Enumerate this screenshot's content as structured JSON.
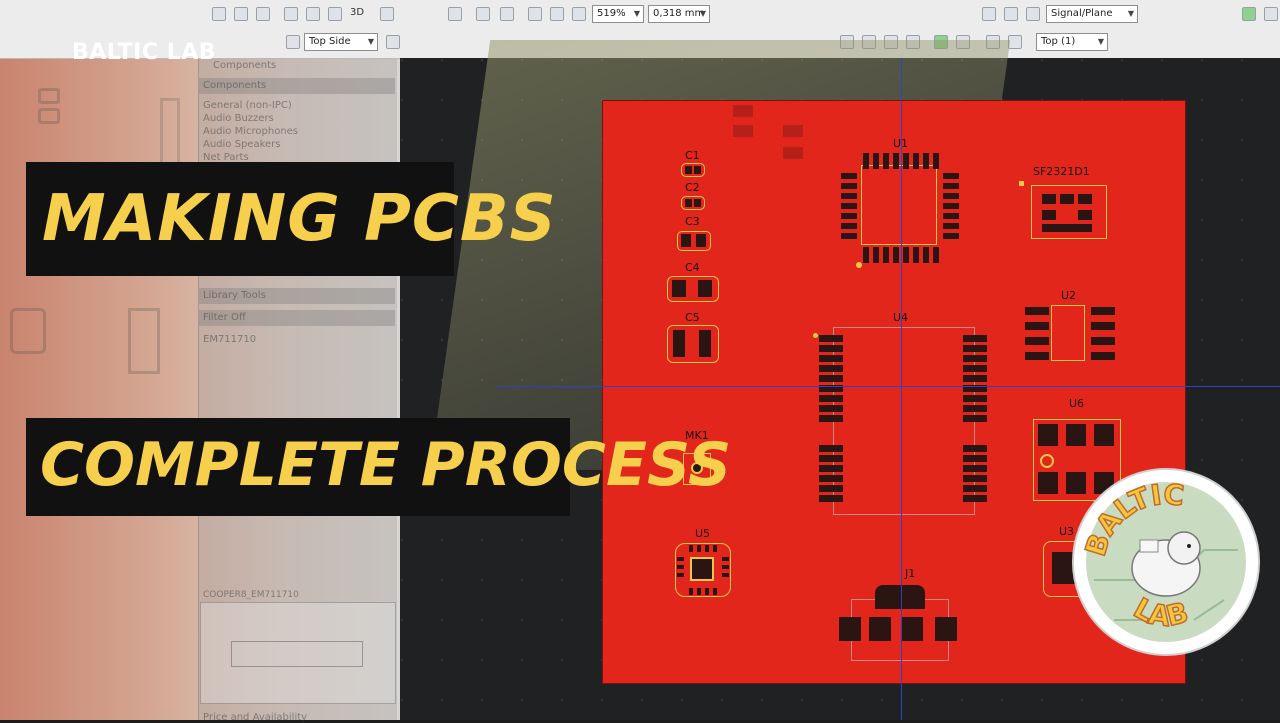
{
  "brand": "BALTIC LAB",
  "title_line1": "MAKING PCBS",
  "title_line2": "COMPLETE PROCESS",
  "toolbar": {
    "zoom": "519%",
    "grid": "0,318 mm",
    "layer_select": "Top Side",
    "net_type": "Signal/Plane",
    "layer_view": "Top (1)",
    "label_3d": "3D"
  },
  "library": {
    "header": "Components",
    "items": [
      "General (non-IPC)",
      "Audio Buzzers",
      "Audio Microphones",
      "Audio Speakers",
      "Net Parts"
    ],
    "tools_label": "Library Tools",
    "filter_label": "Filter Off",
    "selected_part": "EM711710",
    "preview_label": "COOPER8_EM711710",
    "bottom_label": "Price and Availability"
  },
  "components": {
    "c1": "C1",
    "c2": "C2",
    "c3": "C3",
    "c4": "C4",
    "c5": "C5",
    "u1": "U1",
    "u2": "U2",
    "u3": "U3",
    "u4": "U4",
    "u5": "U5",
    "u6": "U6",
    "mk1": "MK1",
    "j1": "J1",
    "sf": "SF2321D1"
  },
  "logo": {
    "top": "BALTIC",
    "bottom": "LAB"
  },
  "colors": {
    "board": "#e3261c",
    "title_text": "#f6d04d",
    "title_bg": "#111111"
  }
}
